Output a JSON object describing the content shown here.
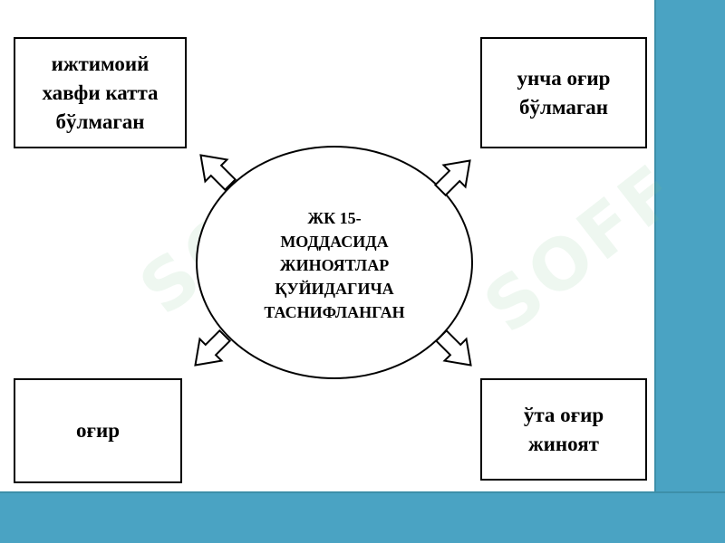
{
  "colors": {
    "accent_bar": "#4aa3c3",
    "accent_border": "#3d8fa9",
    "watermark": "#78be8c",
    "stroke": "#000000",
    "background": "#ffffff"
  },
  "watermark": {
    "text": "SOFF"
  },
  "diagram": {
    "center": {
      "lines": [
        "ЖК 15-",
        "МОДДАСИДА",
        "ЖИНОЯТЛАР",
        "ҚУЙИДАГИЧА",
        "ТАСНИФЛАНГАН"
      ]
    },
    "boxes": {
      "top_left": {
        "lines": [
          "ижтимоий",
          "хавфи катта",
          "бўлмаган"
        ]
      },
      "top_right": {
        "lines": [
          "унча оғир",
          "бўлмаган"
        ]
      },
      "bottom_left": {
        "lines": [
          "оғир"
        ]
      },
      "bottom_right": {
        "lines": [
          "ўта оғир",
          "жиноят"
        ]
      }
    }
  }
}
